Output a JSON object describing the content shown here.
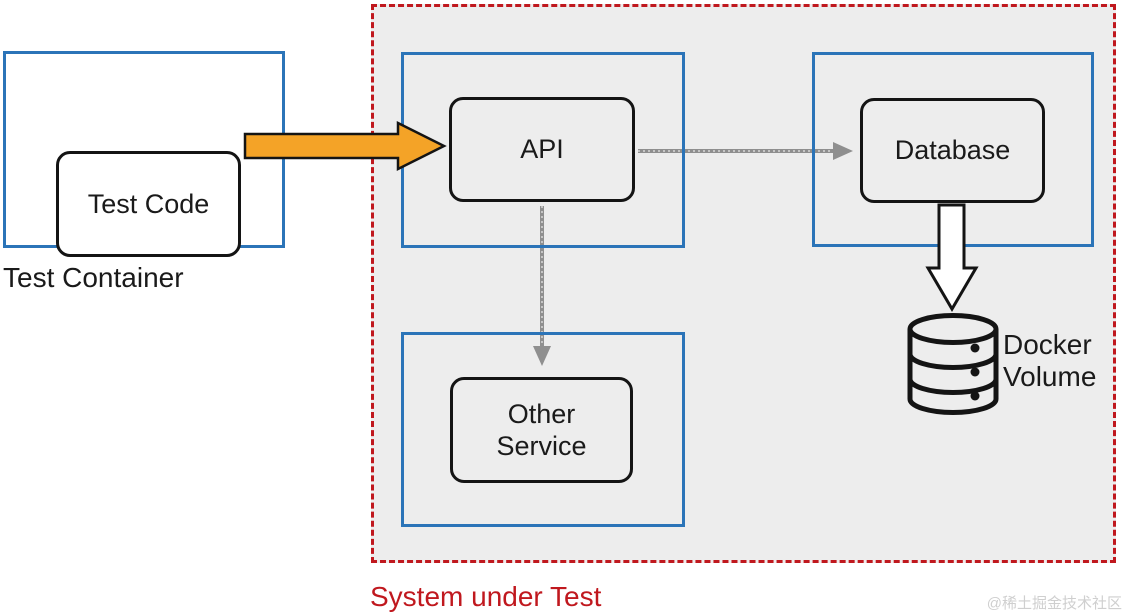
{
  "colors": {
    "canvas_bg": "#ffffff",
    "container_blue": "#2b74b8",
    "sut_fill": "#ededed",
    "sut_red": "#c0181e",
    "node_border": "#141414",
    "node_text": "#1a1a1a",
    "arrow_orange": "#f4a327",
    "connector_gray": "#8f8f8f",
    "watermark_gray": "#cfcfcf"
  },
  "nodes": {
    "test_code": "Test Code",
    "api": "API",
    "database": "Database",
    "other_service": "Other Service"
  },
  "labels": {
    "test_container": "Test Container",
    "system_under_test": "System under Test",
    "docker_volume": "Docker Volume"
  },
  "icons": {
    "docker_volume_icon": "database-cylinder-icon",
    "test_to_api_arrow": "orange-block-arrow-right",
    "db_to_volume_arrow": "white-block-arrow-down",
    "api_to_db_arrow": "gray-arrow-right",
    "api_to_service_arrow": "gray-arrow-down"
  },
  "watermark": "@稀土掘金技术社区"
}
